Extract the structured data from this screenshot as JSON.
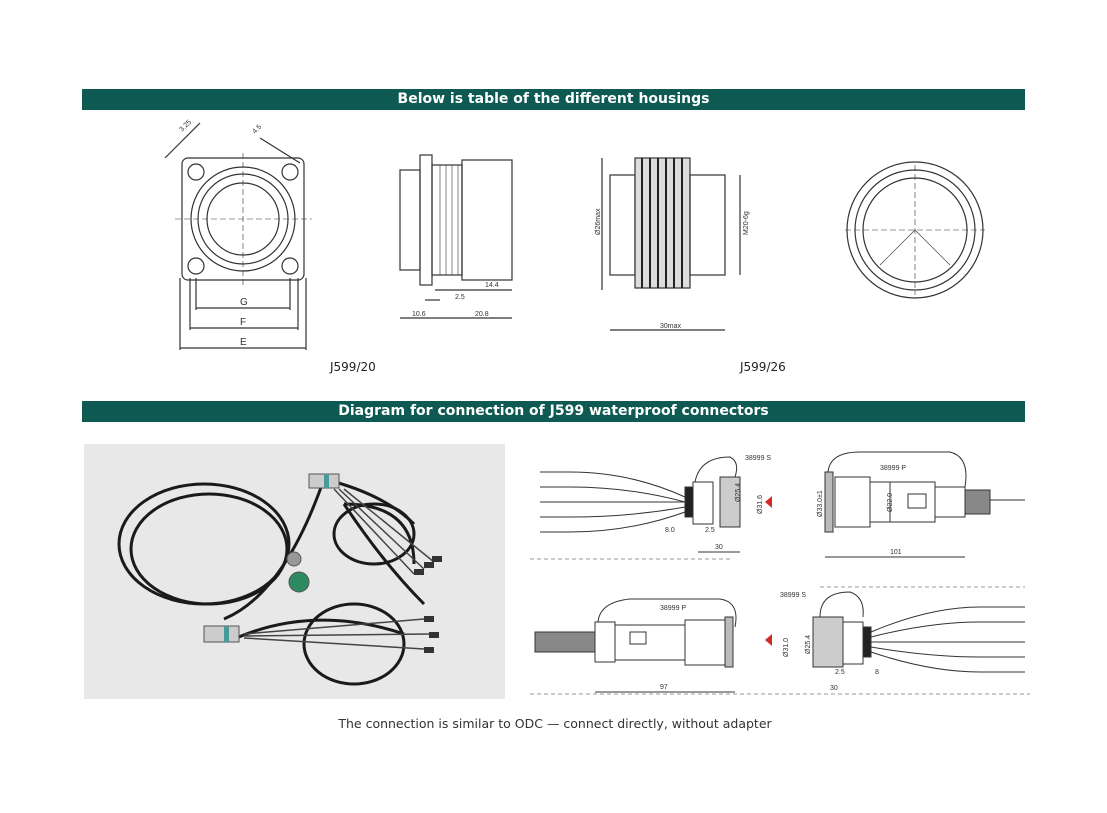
{
  "sections": {
    "housings_title": "Below is table of the different housings",
    "diagram_title": "Diagram for connection of J599 waterproof connectors"
  },
  "housings": {
    "label_left": "J599/20",
    "label_right": "J599/26",
    "front_dims": {
      "e": "E",
      "f": "F",
      "g": "G",
      "d1": "3.25",
      "d2": "4.5"
    },
    "side_dims": {
      "a": "10.6",
      "b": "20.8",
      "c": "2.5",
      "d": "14.4"
    },
    "plug_dims": {
      "len": "30max",
      "dia": "Ø26max",
      "thread": "M20-6g"
    }
  },
  "diagrams": {
    "top_left": {
      "part": "38999 S",
      "d1": "Ø25.4",
      "d2": "Ø31.6",
      "l1": "8.0",
      "l2": "2.5",
      "l3": "30"
    },
    "top_right": {
      "part": "38999 P",
      "d1": "Ø33.0±1",
      "d2": "Ø22.0",
      "len": "101"
    },
    "bottom_left": {
      "part": "38999 P",
      "len": "97"
    },
    "bottom_right": {
      "part": "38999 S",
      "d1": "Ø31.0",
      "d2": "Ø25.4",
      "l1": "2.5",
      "l2": "8",
      "l3": "30"
    }
  },
  "caption": "The connection is similar to ODC — connect directly, without adapter",
  "colors": {
    "header": "#0e5a52",
    "arrow": "#d42a2a"
  }
}
